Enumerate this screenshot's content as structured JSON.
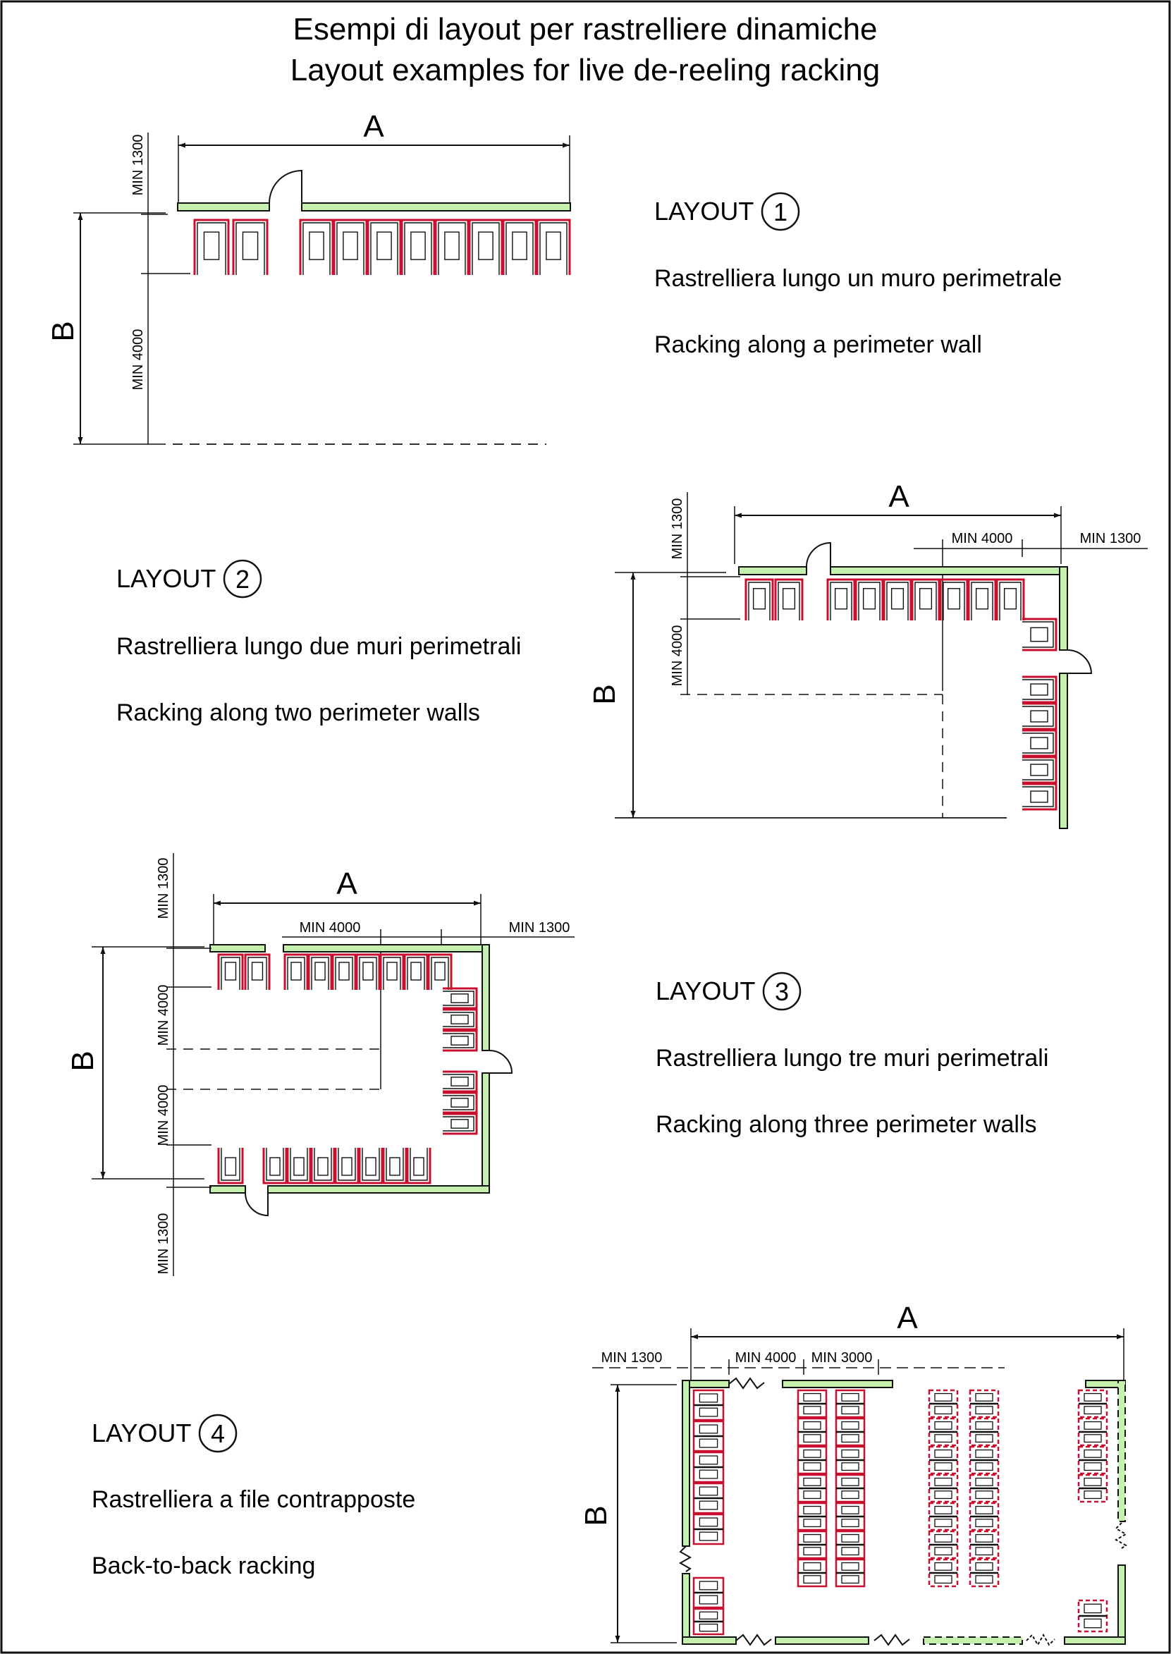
{
  "title": {
    "italian": "Esempi di layout per rastrelliere dinamiche",
    "english": "Layout examples for live de-reeling racking"
  },
  "colors": {
    "line": "#111111",
    "wall": "#c6f0ae",
    "rack": "#c8102e",
    "page": "#ffffff"
  },
  "layouts": [
    {
      "heading": "LAYOUT",
      "number": "1",
      "italian": "Rastrelliera lungo un muro perimetrale",
      "english": "Racking along a perimeter wall",
      "dims": {
        "a": "A",
        "b": "B",
        "wall_gap": "MIN 1300",
        "aisle": "MIN 4000"
      }
    },
    {
      "heading": "LAYOUT",
      "number": "2",
      "italian": "Rastrelliera lungo due  muri perimetrali",
      "english": "Racking along two perimeter walls",
      "dims": {
        "a": "A",
        "b": "B",
        "wall_gap": "MIN 1300",
        "aisle": "MIN 4000",
        "aisle_h": "MIN 4000",
        "side_gap": "MIN 1300"
      }
    },
    {
      "heading": "LAYOUT",
      "number": "3",
      "italian": "Rastrelliera lungo tre muri perimetrali",
      "english": "Racking along three perimeter walls",
      "dims": {
        "a": "A",
        "b": "B",
        "wall_gap_top": "MIN 1300",
        "aisle_top": "MIN 4000",
        "aisle_bottom": "MIN 4000",
        "wall_gap_bottom": "MIN 1300",
        "aisle_h": "MIN 4000",
        "side_gap": "MIN 1300"
      }
    },
    {
      "heading": "LAYOUT",
      "number": "4",
      "italian": "Rastrelliera a file contrapposte",
      "english": "Back-to-back racking",
      "dims": {
        "a": "A",
        "b": "B",
        "side_gap": "MIN 1300",
        "aisle": "MIN 4000",
        "back_aisle": "MIN 3000"
      }
    }
  ]
}
